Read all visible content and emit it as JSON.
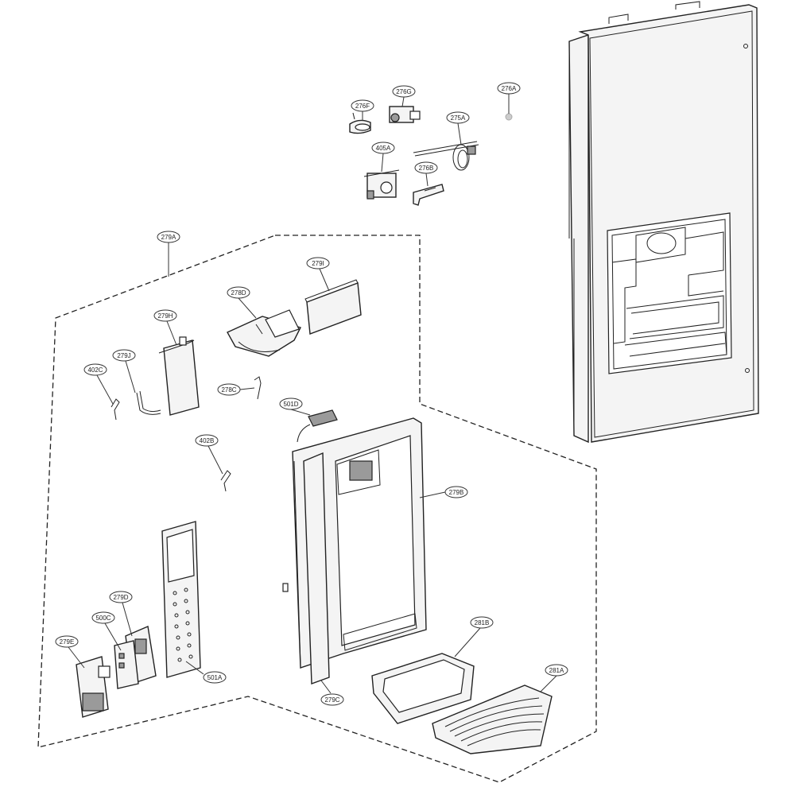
{
  "labels": {
    "l276A": "276A",
    "l276G": "276G",
    "l276F": "276F",
    "l275A": "275A",
    "l405A": "405A",
    "l276B": "276B",
    "l279A": "279A",
    "l279I": "279I",
    "l278D": "278D",
    "l279H": "279H",
    "l279J": "279J",
    "l402C": "402C",
    "l278C": "278C",
    "l501D": "501D",
    "l402B": "402B",
    "l279B": "279B",
    "l279D": "279D",
    "l500C": "500C",
    "l279E": "279E",
    "l501A": "501A",
    "l279C": "279C",
    "l281B": "281B",
    "l281A": "281A"
  }
}
